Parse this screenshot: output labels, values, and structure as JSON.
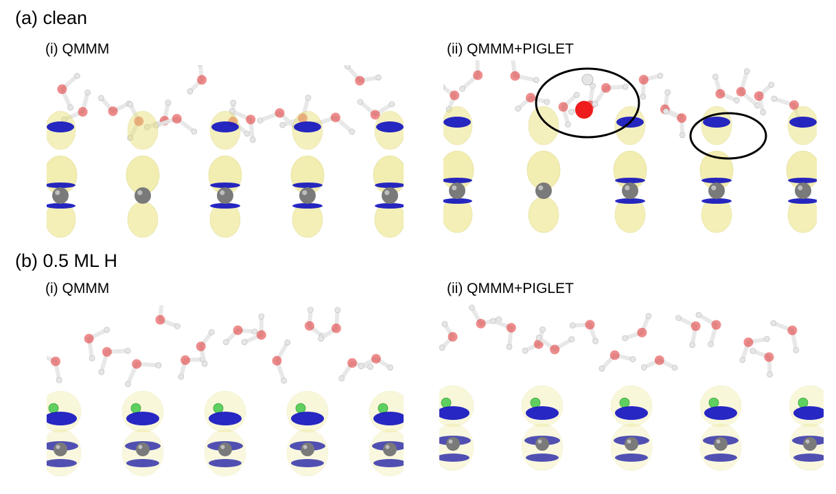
{
  "figure": {
    "sections": [
      {
        "label": "(a) clean",
        "panels": [
          {
            "label": "(i) QMMM"
          },
          {
            "label": "(ii) QMMM+PIGLET"
          }
        ]
      },
      {
        "label": "(b) 0.5 ML H",
        "panels": [
          {
            "label": "(i) QMMM"
          },
          {
            "label": "(ii) QMMM+PIGLET"
          }
        ]
      }
    ]
  },
  "colors": {
    "oxygen": "#e03030",
    "hydrogen": "#e6e6e6",
    "metal_atom": "#7a7a7a",
    "adsorbed_h": "#5fd05f",
    "density_positive": "#e8e070",
    "density_negative": "#1010c0",
    "highlight_outline": "#000000"
  },
  "icons": {
    "highlight": "ellipse-outline"
  }
}
